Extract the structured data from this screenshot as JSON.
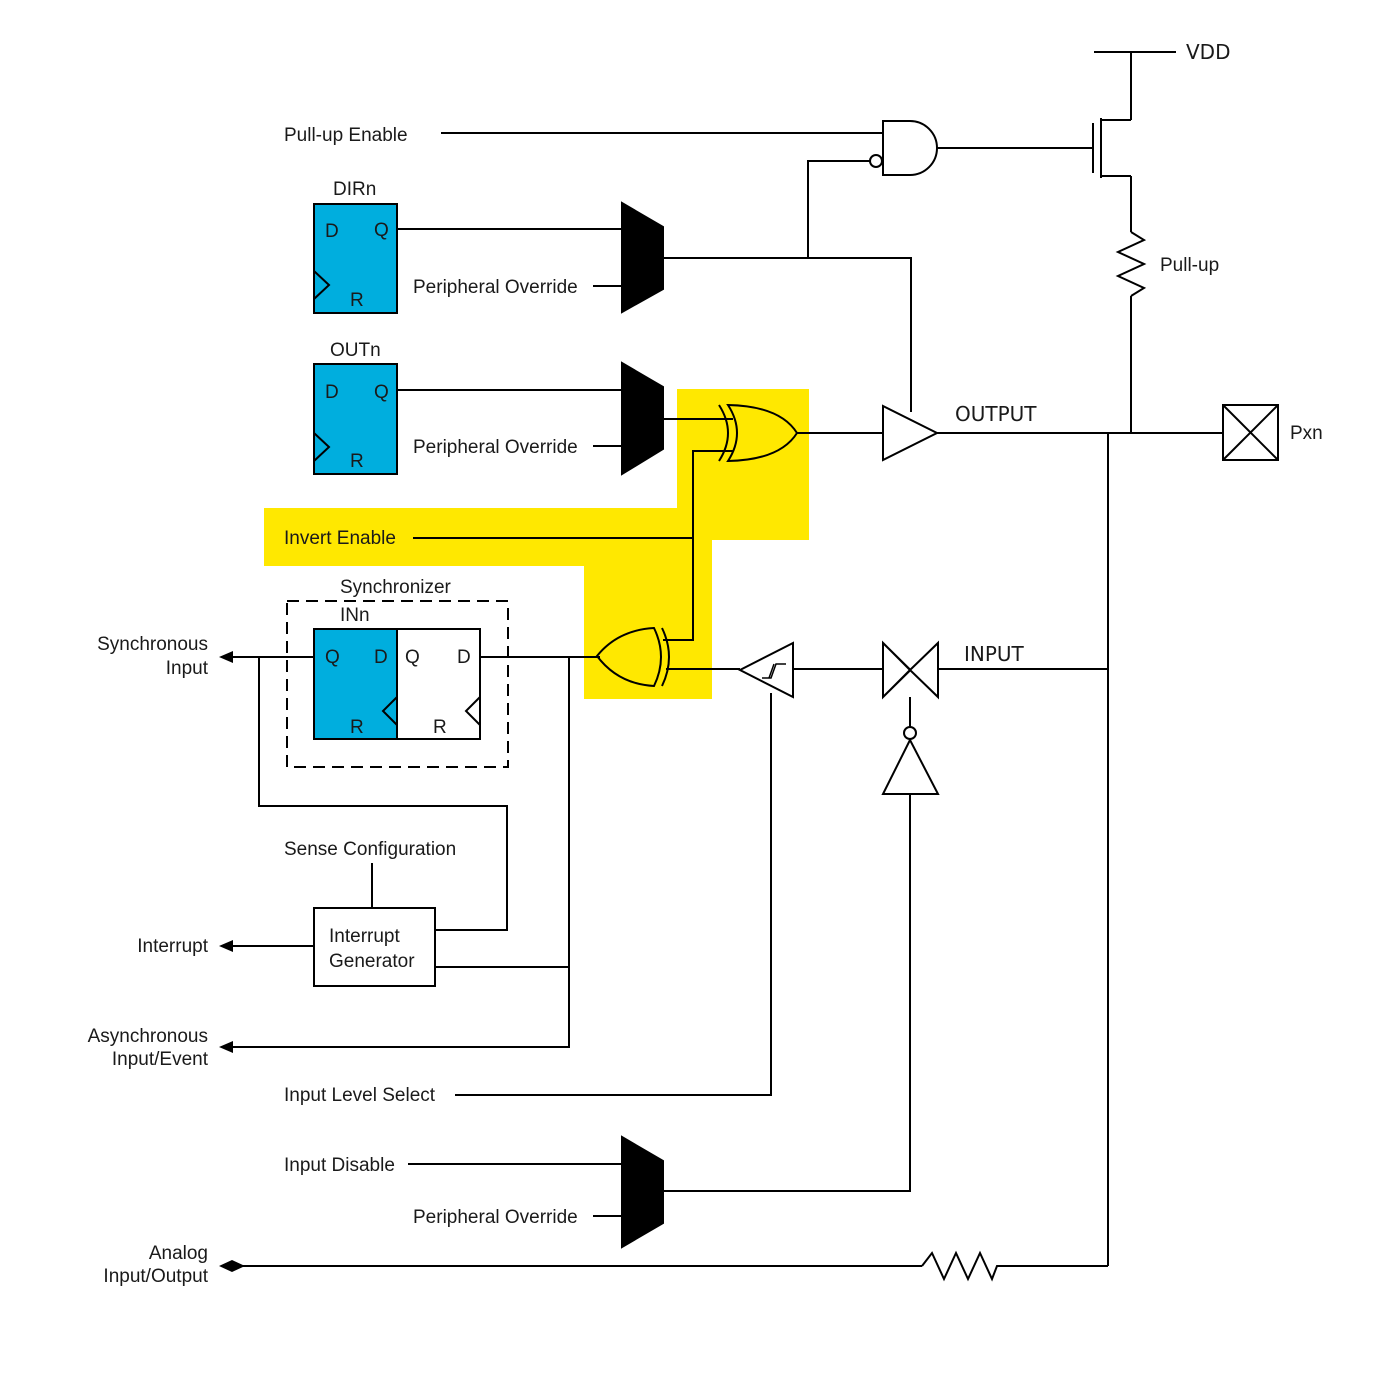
{
  "colors": {
    "flipflop_fill": "#00AEDE",
    "highlight": "#FFE800",
    "wire": "#000000"
  },
  "labels": {
    "vdd": "VDD",
    "pullup_enable": "Pull-up Enable",
    "pullup": "Pull-up",
    "dirn": "DIRn",
    "outn": "OUTn",
    "peripheral_override": "Peripheral Override",
    "output": "OUTPUT",
    "pxn": "Pxn",
    "invert_enable": "Invert Enable",
    "synchronizer": "Synchronizer",
    "inn": "INn",
    "input": "INPUT",
    "synchronous_input": [
      "Synchronous",
      "Input"
    ],
    "sense_configuration": "Sense Configuration",
    "interrupt": "Interrupt",
    "interrupt_generator": [
      "Interrupt",
      "Generator"
    ],
    "asynchronous_input": [
      "Asynchronous",
      "Input/Event"
    ],
    "input_level_select": "Input Level Select",
    "input_disable": "Input Disable",
    "analog_io": [
      "Analog",
      "Input/Output"
    ]
  },
  "flipflop_pins": {
    "d": "D",
    "q": "Q",
    "r": "R"
  }
}
